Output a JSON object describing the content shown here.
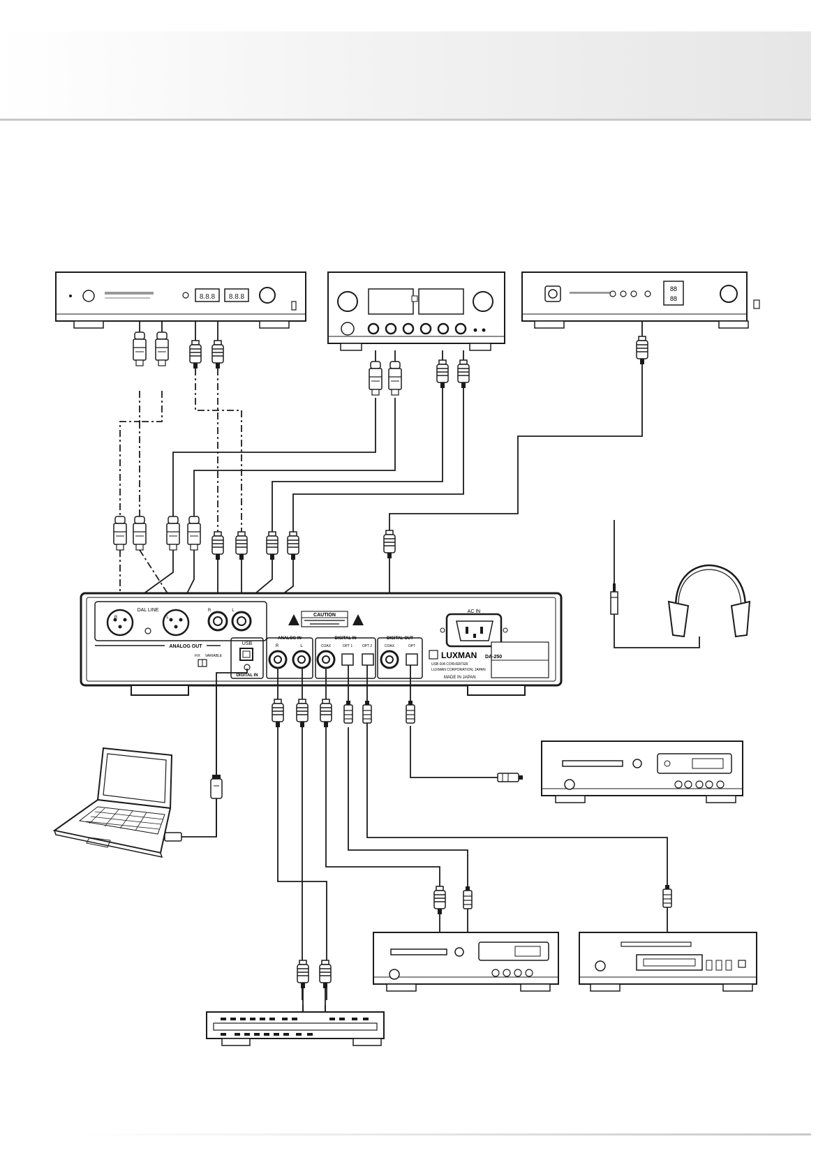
{
  "da250": {
    "dal_line": "DAL LINE",
    "xlr_r": "R",
    "xlr_l": "L",
    "rca_r": "R",
    "rca_l": "L",
    "caution": "CAUTION",
    "ac_in": "AC IN",
    "analog_out": "ANALOG OUT",
    "fix": "FIX",
    "variable": "VARIABLE",
    "usb": "USB",
    "digital_in_usb": "DIGITAL IN",
    "analog_in": "ANALOG IN",
    "analog_in_r": "R",
    "analog_in_l": "L",
    "digital_in": "DIGITAL IN",
    "coax_in": "COAX",
    "opt1": "OPT 1",
    "opt2": "OPT 2",
    "digital_out": "DIGITAL OUT",
    "coax_out": "COAX",
    "opt_out": "OPT",
    "brand": "LUXMAN",
    "model": "DA-250",
    "product_desc": "USB D/A CONVERTER",
    "corporation": "LUXMAN CORPORATION, JAPAN",
    "made_in": "MADE IN JAPAN"
  },
  "colors": {
    "line": "#1a1a1a",
    "header_gradient_end": "#e6e6e6",
    "rule": "#c8c8c8"
  },
  "icons": [
    "warning-triangle-icon",
    "headphones-icon",
    "laptop-icon",
    "xlr-plug-icon",
    "rca-plug-icon",
    "optical-plug-icon",
    "usb-plug-icon",
    "phone-plug-icon"
  ]
}
